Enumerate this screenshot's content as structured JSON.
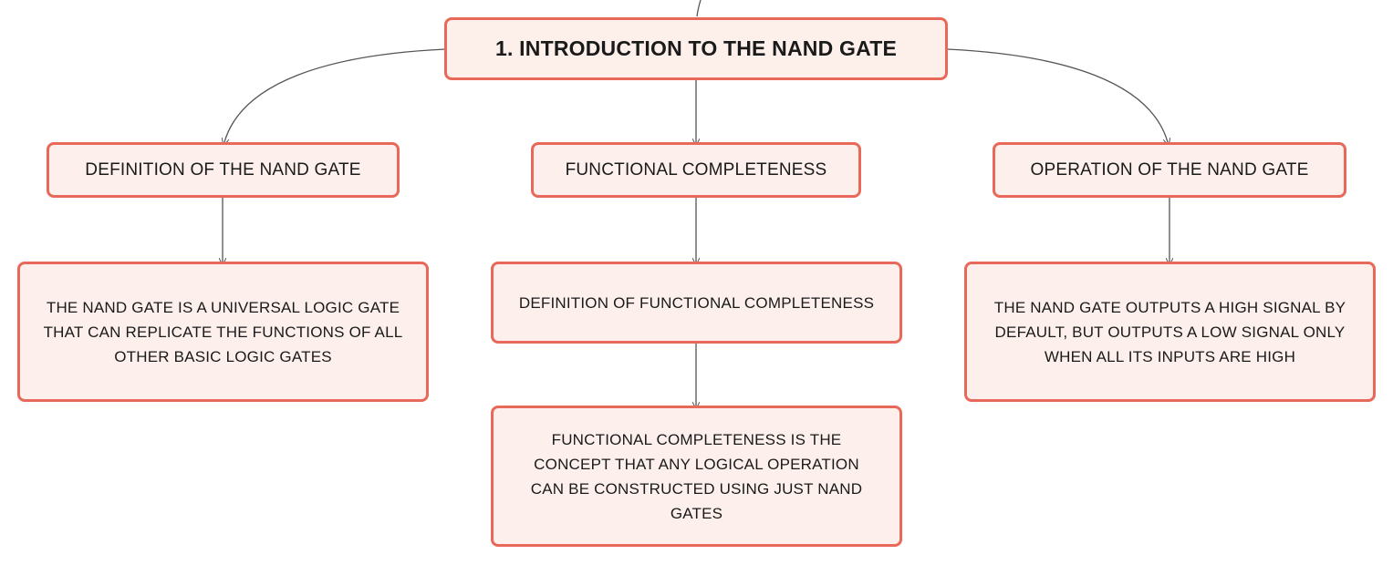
{
  "mindmap": {
    "root": {
      "label": "1. INTRODUCTION TO THE NAND GATE"
    },
    "topics": [
      {
        "label": "DEFINITION OF THE NAND GATE",
        "children": [
          {
            "label": "THE NAND GATE IS A UNIVERSAL LOGIC GATE THAT CAN REPLICATE THE FUNCTIONS OF ALL OTHER BASIC LOGIC GATES"
          }
        ]
      },
      {
        "label": "FUNCTIONAL COMPLETENESS",
        "children": [
          {
            "label": "DEFINITION OF FUNCTIONAL COMPLETENESS"
          },
          {
            "label": "FUNCTIONAL COMPLETENESS IS THE CONCEPT THAT ANY LOGICAL OPERATION CAN BE CONSTRUCTED USING JUST NAND GATES"
          }
        ]
      },
      {
        "label": "OPERATION OF THE NAND GATE",
        "children": [
          {
            "label": "THE NAND GATE OUTPUTS A HIGH SIGNAL BY DEFAULT, BUT OUTPUTS A LOW SIGNAL ONLY WHEN ALL ITS INPUTS ARE HIGH"
          }
        ]
      }
    ]
  },
  "colors": {
    "node_border": "#e8695a",
    "node_fill": "#fdf0ec",
    "connector": "#555555",
    "text": "#1a1a1a"
  }
}
